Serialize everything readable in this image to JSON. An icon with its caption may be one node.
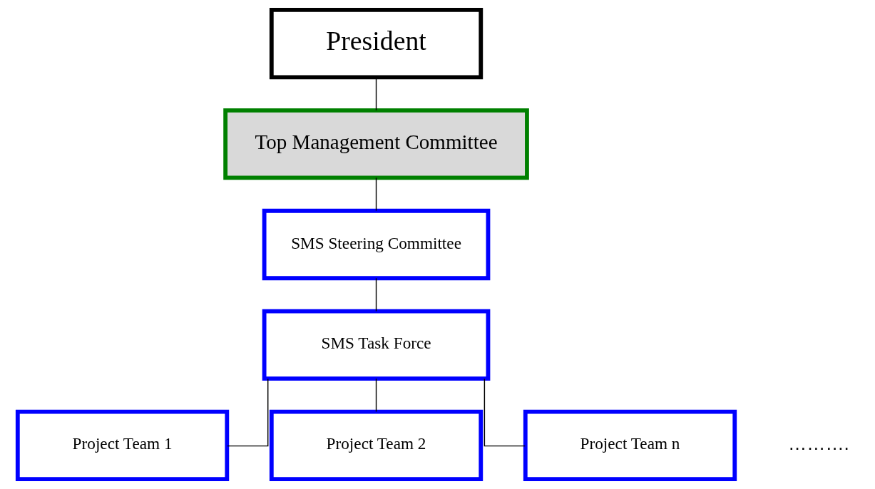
{
  "diagram": {
    "nodes": [
      {
        "text": [
          "President"
        ]
      },
      {
        "text": [
          "Top Management Committee"
        ]
      },
      {
        "text": [
          "SMS Steering Committee"
        ]
      },
      {
        "text": [
          "SMS Task Force"
        ]
      },
      {
        "text": [
          "Project Team 1"
        ]
      },
      {
        "text": [
          "Project Team 2"
        ]
      },
      {
        "text": [
          "Project Team n"
        ]
      }
    ],
    "edges": [
      {
        "from": 0,
        "to": 1,
        "arrow": "none"
      },
      {
        "from": 1,
        "to": 2,
        "arrow": "none"
      },
      {
        "from": 2,
        "to": 3,
        "arrow": "none"
      },
      {
        "from": 3,
        "to": 4,
        "arrow": "none"
      },
      {
        "from": 3,
        "to": 5,
        "arrow": "none"
      },
      {
        "from": 3,
        "to": 6,
        "arrow": "none"
      }
    ],
    "labels": [
      "………."
    ]
  }
}
